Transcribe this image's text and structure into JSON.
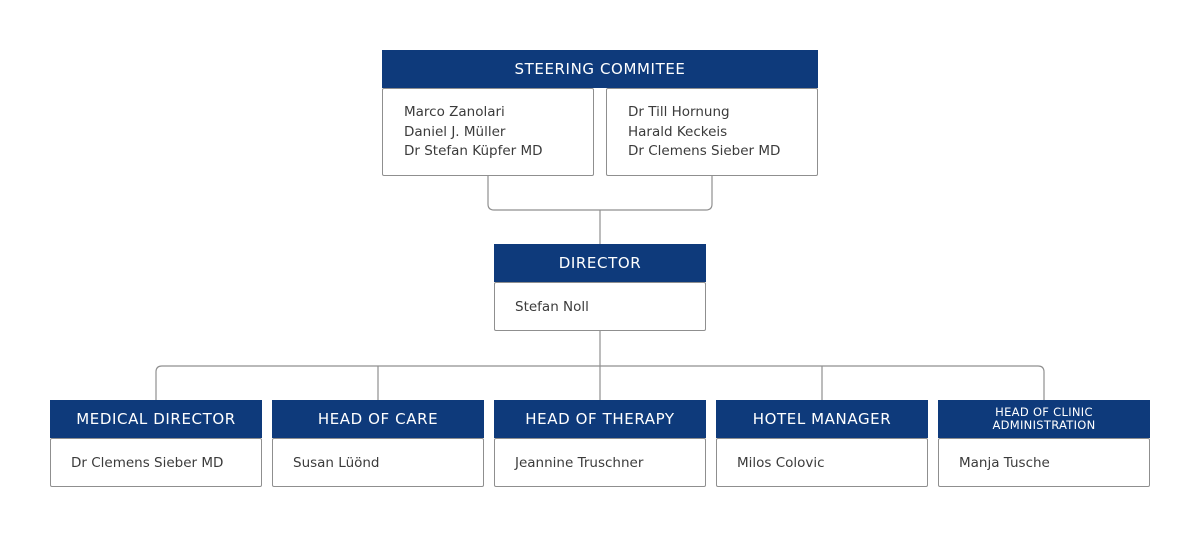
{
  "steering": {
    "title": "STEERING COMMITEE",
    "left_members": [
      "Marco Zanolari",
      "Daniel J. Müller",
      "Dr Stefan Küpfer MD"
    ],
    "right_members": [
      "Dr Till Hornung",
      "Harald Keckeis",
      "Dr Clemens Sieber MD"
    ]
  },
  "director": {
    "title": "DIRECTOR",
    "name": "Stefan Noll"
  },
  "departments": [
    {
      "title": "MEDICAL DIRECTOR",
      "name": "Dr Clemens Sieber MD"
    },
    {
      "title": "HEAD OF CARE",
      "name": "Susan Lüönd"
    },
    {
      "title": "HEAD OF THERAPY",
      "name": "Jeannine Truschner"
    },
    {
      "title": "HOTEL MANAGER",
      "name": "Milos Colovic"
    },
    {
      "title": "HEAD OF CLINIC ADMINISTRATION",
      "name": "Manja Tusche"
    }
  ],
  "colors": {
    "header_bg": "#0e3a7b",
    "header_text": "#ffffff",
    "border": "#8f8f8f",
    "body_text": "#3b3b3b",
    "connector": "#8f8f8f"
  }
}
